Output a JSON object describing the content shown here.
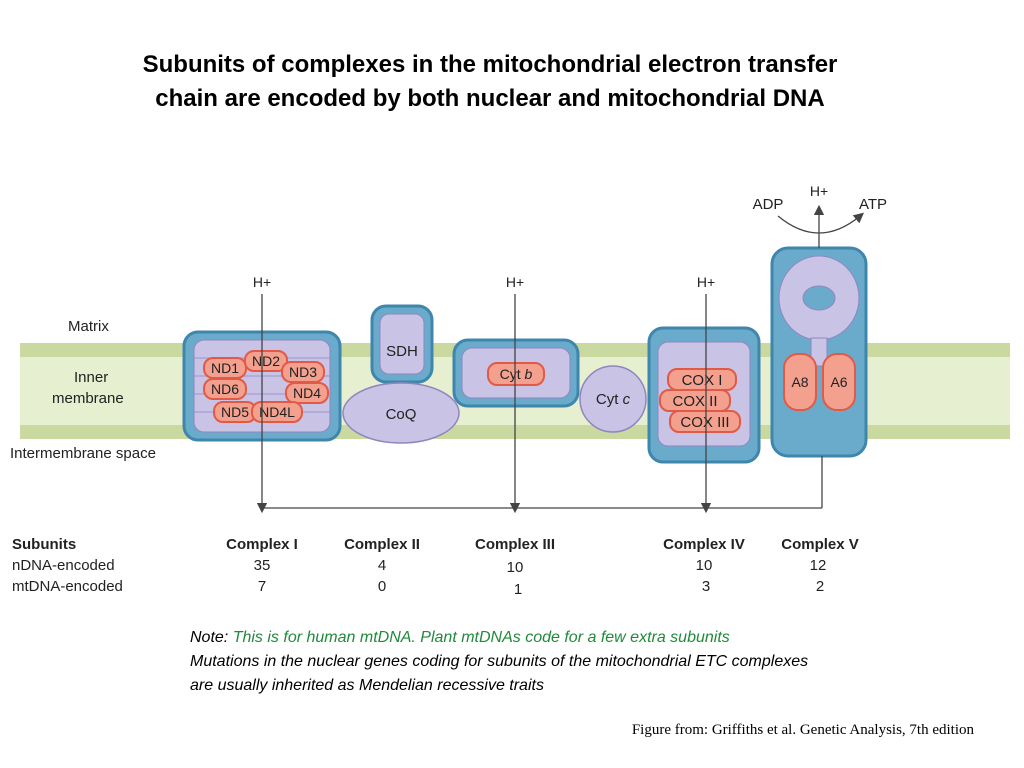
{
  "title": {
    "line1": "Subunits of complexes in the mitochondrial electron transfer",
    "line2": "chain are encoded by both nuclear and mitochondrial DNA"
  },
  "regions": {
    "matrix": "Matrix",
    "inner_membrane_1": "Inner",
    "inner_membrane_2": "membrane",
    "intermembrane_space": "Intermembrane space"
  },
  "proton_label": "H+",
  "atp_synthesis": {
    "adp": "ADP",
    "atp": "ATP"
  },
  "complex1_genes": [
    "ND1",
    "ND2",
    "ND3",
    "ND6",
    "ND4",
    "ND5",
    "ND4L"
  ],
  "complex2_label": "SDH",
  "coq_label": "CoQ",
  "complex3_gene": {
    "base": "Cyt",
    "italic": "b"
  },
  "cytc_label": {
    "base": "Cyt",
    "italic": "c"
  },
  "complex4_genes": [
    "COX I",
    "COX II",
    "COX III"
  ],
  "complex5_genes": [
    "A8",
    "A6"
  ],
  "table": {
    "header": "Subunits",
    "rows": [
      "nDNA-encoded",
      "mtDNA-encoded"
    ],
    "complexes": [
      {
        "name": "Complex I",
        "ndna": "35",
        "mtdna": "7"
      },
      {
        "name": "Complex II",
        "ndna": "4",
        "mtdna": "0"
      },
      {
        "name": "Complex III",
        "ndna": "10",
        "mtdna": "1"
      },
      {
        "name": "Complex IV",
        "ndna": "10",
        "mtdna": "3"
      },
      {
        "name": "Complex V",
        "ndna": "12",
        "mtdna": "2"
      }
    ]
  },
  "note": {
    "prefix": "Note:",
    "green": "This is for human mtDNA.  Plant mtDNAs code for a few extra subunits",
    "line2": "Mutations in the nuclear genes coding for subunits of the mitochondrial ETC complexes",
    "line3": "are usually inherited as Mendelian recessive traits"
  },
  "credit": "Figure from: Griffiths et al. Genetic Analysis, 7th edition",
  "colors": {
    "membrane": "#e6efcf",
    "membrane_edge": "#b7c98a",
    "complex_blue": "#6aabcc",
    "complex_blue_dark": "#3f86ad",
    "lavender": "#c9c3e6",
    "lavender_edge": "#8f86bf",
    "gene_red": "#e25a45",
    "gene_fill": "#f3a08f",
    "note_green": "#1f8a3a"
  }
}
